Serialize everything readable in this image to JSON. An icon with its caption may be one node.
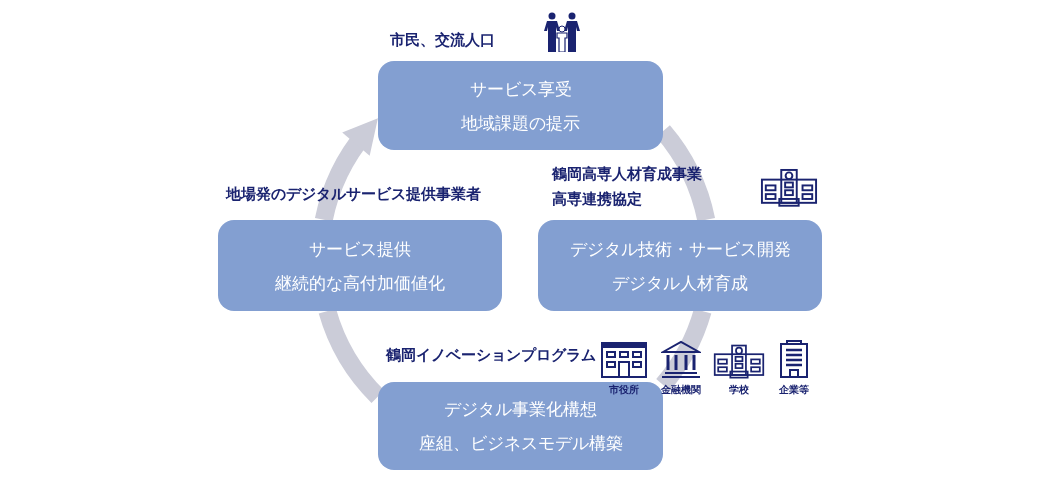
{
  "diagram": {
    "nodes": [
      {
        "text": [
          "市民、交流人口",
          "サービス享受",
          "地域課題の提示"
        ]
      },
      {
        "text": [
          "鶴岡高専人材育成事業",
          "高専連携協定",
          "デジタル技術・サービス開発",
          "デジタル人材育成"
        ]
      },
      {
        "text": [
          "鶴岡イノベーションプログラム",
          "デジタル事業化構想",
          "座組、ビジネスモデル構築"
        ]
      },
      {
        "text": [
          "地場発のデジタルサービス提供事業者",
          "サービス提供",
          "継続的な高付加価値化"
        ]
      }
    ],
    "edges": [
      {
        "from": 0,
        "to": 1,
        "arrow": "none"
      },
      {
        "from": 1,
        "to": 2,
        "arrow": "none"
      },
      {
        "from": 2,
        "to": 3,
        "arrow": "none"
      },
      {
        "from": 3,
        "to": 0,
        "arrow": "to"
      }
    ],
    "labels": [
      "市役所",
      "金融機関",
      "学校",
      "企業等"
    ]
  }
}
